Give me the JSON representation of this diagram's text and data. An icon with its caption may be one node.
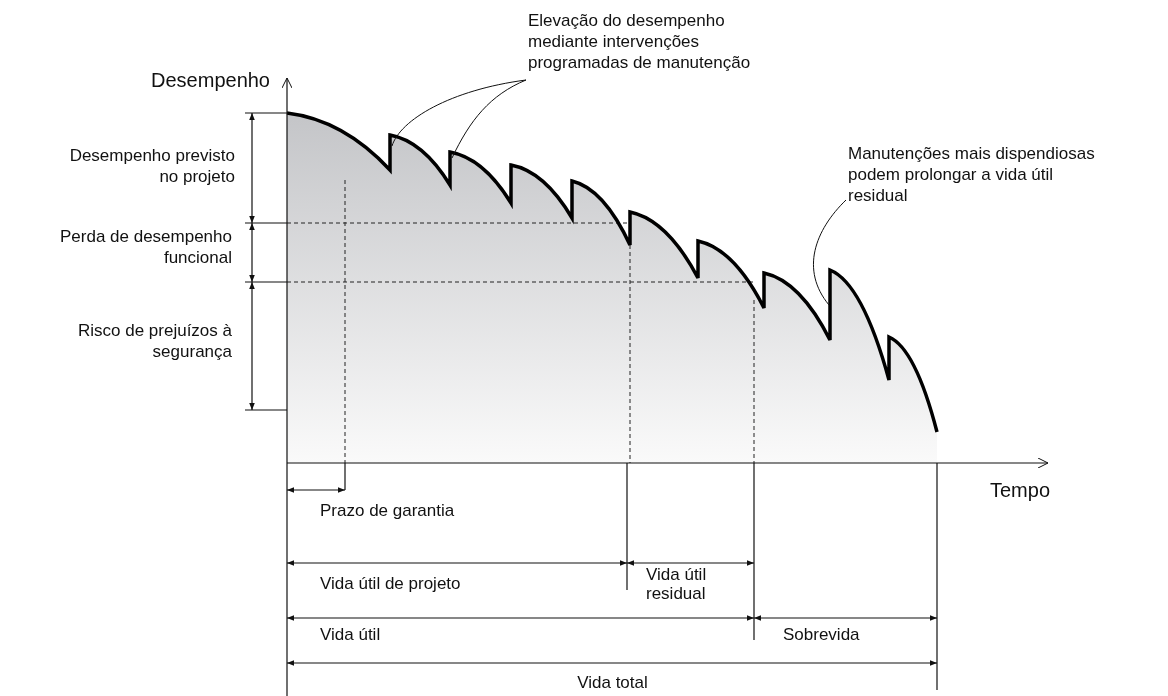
{
  "diagram": {
    "nodes": [
      {
        "text": [
          "Elevação do desempenho mediante intervenções programadas de manutenção"
        ]
      },
      {
        "text": [
          "Manutenções mais dispendiosas podem prolongar a vida útil residual"
        ]
      }
    ],
    "edges": [
      {
        "from": 0,
        "to": null,
        "arrow": "none"
      },
      {
        "from": 0,
        "to": null,
        "arrow": "none"
      },
      {
        "from": 1,
        "to": null,
        "arrow": "none"
      }
    ],
    "labels": [
      "Desempenho",
      "Desempenho previsto no projeto",
      "Perda de desempenho funcional",
      "Risco de prejuízos à segurança",
      "Tempo",
      "Prazo de garantia",
      "Vida útil de projeto",
      "Vida útil residual",
      "Vida útil",
      "Sobrevida",
      "Vida total"
    ]
  }
}
